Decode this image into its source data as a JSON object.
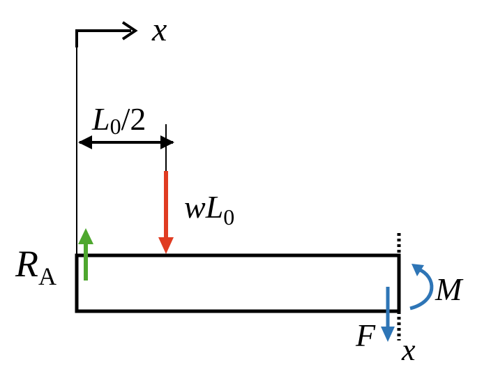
{
  "colors": {
    "line": "#000000",
    "reaction": "#4ea72e",
    "load": "#e03c22",
    "internal": "#2e75b6"
  },
  "labels": {
    "x_top": "x",
    "x_bottom": "x",
    "half_length_main": "L",
    "half_length_sub": "0",
    "half_length_tail": "/2",
    "load_w": "w",
    "load_L": "L",
    "load_sub": "0",
    "reaction_main": "R",
    "reaction_sub": "A",
    "moment": "M",
    "shear": "F"
  }
}
